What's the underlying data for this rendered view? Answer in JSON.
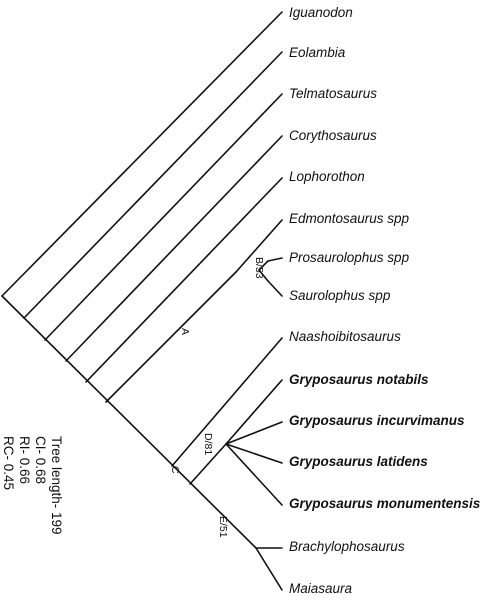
{
  "taxa": [
    {
      "name": "Iguanodon",
      "bold": false
    },
    {
      "name": "Eolambia",
      "bold": false
    },
    {
      "name": "Telmatosaurus",
      "bold": false
    },
    {
      "name": "Corythosaurus",
      "bold": false
    },
    {
      "name": "Lophorothon",
      "bold": false
    },
    {
      "name": "Edmontosaurus spp",
      "bold": false
    },
    {
      "name": "Prosaurolophus spp",
      "bold": false
    },
    {
      "name": "Saurolophus spp",
      "bold": false
    },
    {
      "name": "Naashoibitosaurus",
      "bold": false
    },
    {
      "name": "Gryposaurus notabils",
      "bold": true
    },
    {
      "name": "Gryposaurus incurvimanus",
      "bold": true
    },
    {
      "name": "Gryposaurus latidens",
      "bold": true
    },
    {
      "name": "Gryposaurus monumentensis",
      "bold": true
    },
    {
      "name": "Brachylophosaurus",
      "bold": false
    },
    {
      "name": "Maiasaura",
      "bold": false
    }
  ],
  "node_labels": {
    "a": "A",
    "b": "B/53",
    "c": "C",
    "d": "D/81",
    "e": "E/51"
  },
  "stats": {
    "tree_length": "Tree length- 199",
    "ci": "CI- 0.68",
    "ri": "RI- 0.66",
    "rc": "RC- 0.45"
  },
  "colors": {
    "line": "#111111",
    "text": "#111111",
    "background": "#ffffff"
  }
}
